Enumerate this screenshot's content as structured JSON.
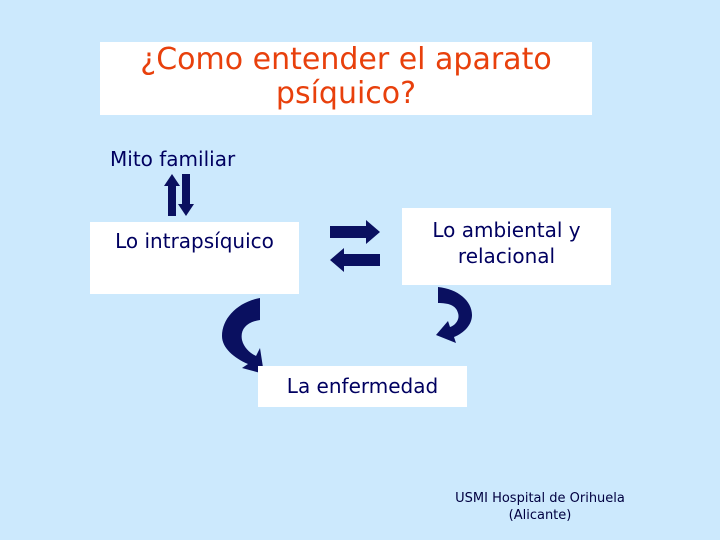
{
  "title": {
    "line1": "¿Como entender el aparato",
    "line2": "psíquico?",
    "color": "#e8400c"
  },
  "nodes": {
    "mito": "Mito familiar",
    "intrapsiquico": "Lo intrapsíquico",
    "ambiental_line1": "Lo ambiental y",
    "ambiental_line2": "relacional",
    "enfermedad": "La enfermedad"
  },
  "arrows": [
    {
      "name": "mito-intrapsiquico-bidirectional",
      "type": "vertical up/down pair"
    },
    {
      "name": "intrapsiquico-ambiental-bidirectional",
      "type": "horizontal right/left pair"
    },
    {
      "name": "intrapsiquico-to-enfermedad",
      "type": "curved down"
    },
    {
      "name": "ambiental-to-enfermedad",
      "type": "curved down"
    }
  ],
  "colors": {
    "background": "#cce9fd",
    "arrow": "#0a1060",
    "node_text": "#000060"
  },
  "footer": {
    "line1": "USMI Hospital de Orihuela",
    "line2": "(Alicante)"
  }
}
